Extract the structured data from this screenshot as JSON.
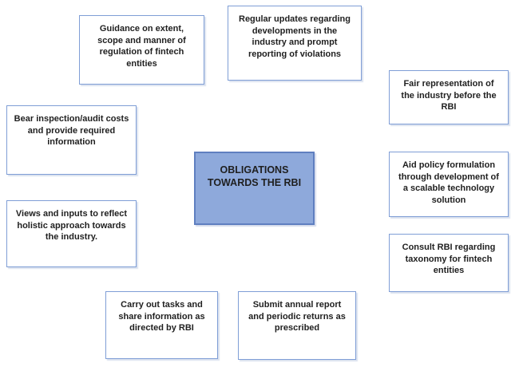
{
  "diagram": {
    "title": "OBLIGATIONS TOWARDS THE RBI",
    "center": {
      "label": "OBLIGATIONS TOWARDS THE RBI"
    },
    "nodes": [
      {
        "id": "guidance",
        "label": "Guidance on extent, scope and manner of regulation of fintech entities"
      },
      {
        "id": "regular-updates",
        "label": "Regular updates regarding developments in the industry and prompt reporting of violations"
      },
      {
        "id": "fair-representation",
        "label": "Fair representation of the industry before the RBI"
      },
      {
        "id": "policy-formulation",
        "label": "Aid policy formulation through development of a scalable technology solution"
      },
      {
        "id": "consult-taxonomy",
        "label": "Consult RBI regarding taxonomy for fintech entities"
      },
      {
        "id": "inspection-costs",
        "label": "Bear inspection/audit costs and provide required information"
      },
      {
        "id": "views-inputs",
        "label": "Views and inputs to reflect holistic approach towards the industry."
      },
      {
        "id": "carry-out-tasks",
        "label": "Carry out tasks and share information as directed by RBI"
      },
      {
        "id": "annual-report",
        "label": "Submit annual report and periodic returns as prescribed"
      }
    ],
    "colors": {
      "background": "#ffffff",
      "center_fill": "#8ea9db",
      "center_border": "#5f7fc0",
      "node_border": "#7f9ed6",
      "text": "#1f1f1f"
    }
  }
}
